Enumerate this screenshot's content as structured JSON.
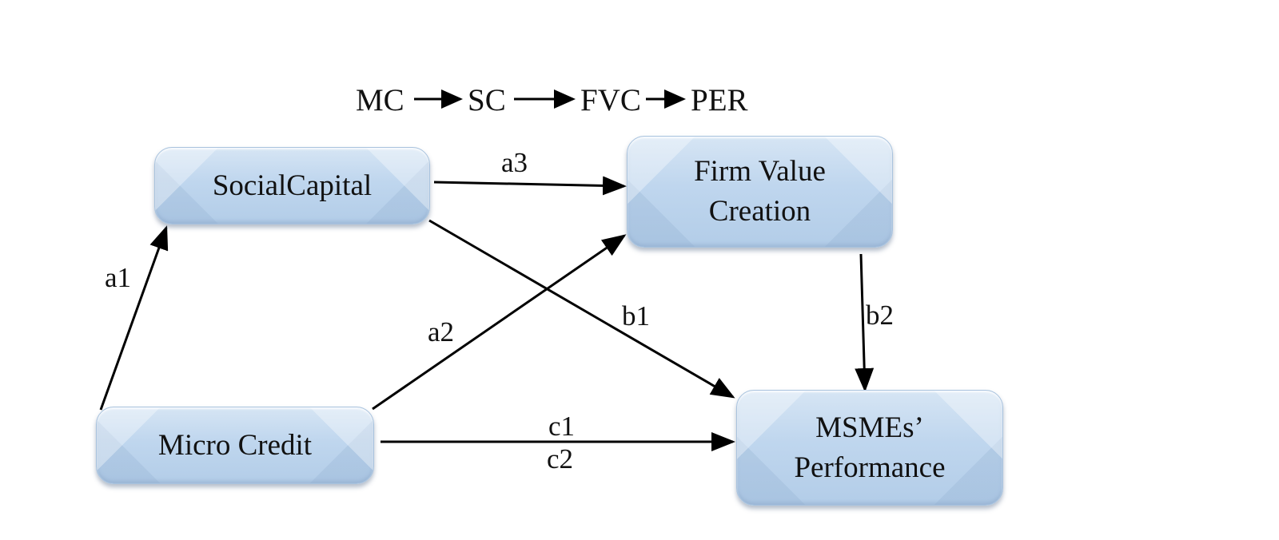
{
  "chain": [
    "MC",
    "SC",
    "FVC",
    "PER"
  ],
  "nodes": {
    "social_capital": "SocialCapital",
    "firm_value_creation": "Firm Value\nCreation",
    "micro_credit": "Micro Credit",
    "msmes_performance": "MSMEs’\nPerformance"
  },
  "paths": {
    "a1": "a1",
    "a2": "a2",
    "a3": "a3",
    "b1": "b1",
    "b2": "b2",
    "c1": "c1",
    "c2": "c2"
  }
}
